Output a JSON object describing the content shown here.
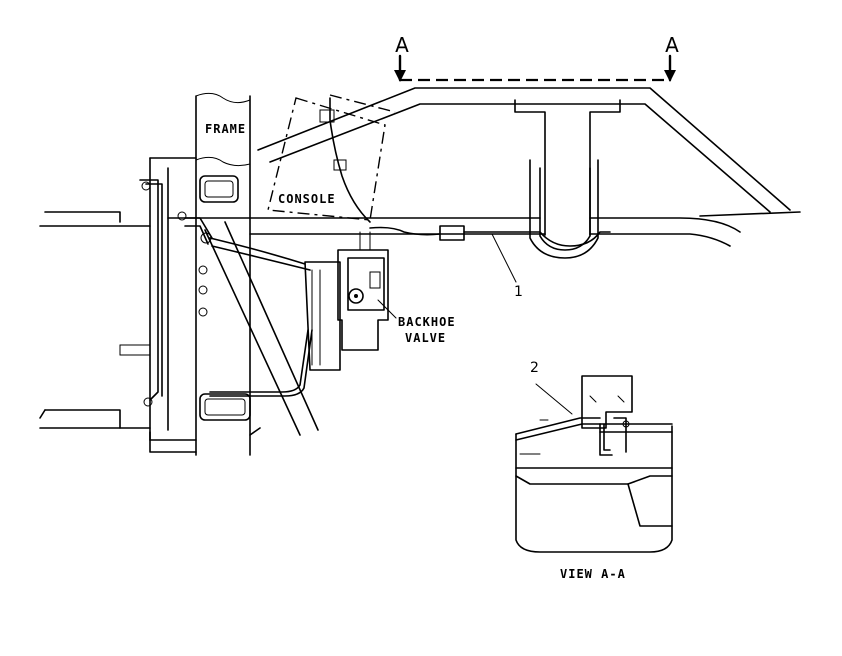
{
  "labels": {
    "frame": "FRAME",
    "console": "CONSOLE",
    "backhoe_valve_line1": "BACKHOE",
    "backhoe_valve_line2": "VALVE",
    "callout_1": "1",
    "callout_2": "2",
    "section_left": "A",
    "section_right": "A",
    "view_caption": "VIEW A-A"
  }
}
